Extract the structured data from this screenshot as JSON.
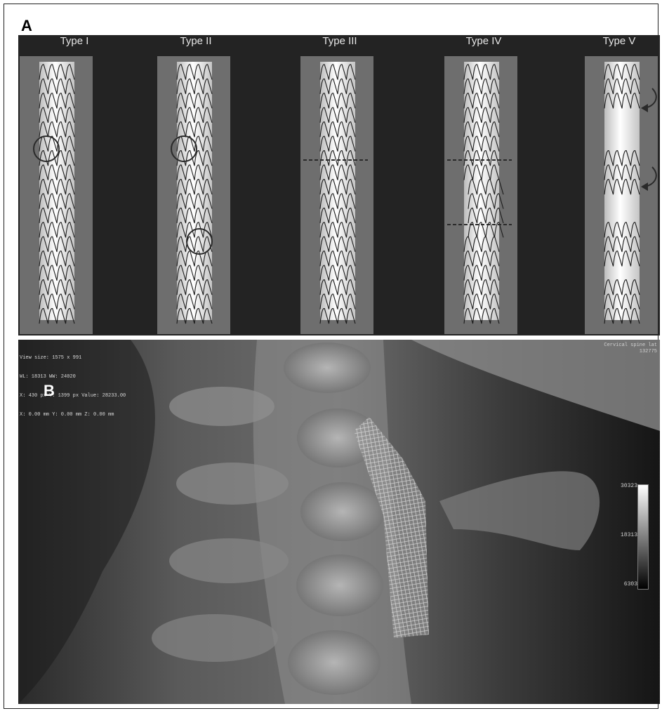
{
  "panels": {
    "a": {
      "letter": "A",
      "types": [
        {
          "label": "Type I"
        },
        {
          "label": "Type II"
        },
        {
          "label": "Type III"
        },
        {
          "label": "Type IV"
        },
        {
          "label": "Type V"
        }
      ]
    },
    "b": {
      "letter": "B",
      "overlay_lines": [
        "View size: 1575 x 991",
        "WL: 18313 WW: 24020",
        "X: 430 px Y: 1399 px Value: 28233.00",
        "X: 0.00 mm Y: 0.00 mm Z: 0.00 mm"
      ],
      "top_right_lines": [
        "Cervical spine lat",
        "132775"
      ],
      "scale_labels": {
        "top": "30323",
        "mid": "18313",
        "bottom": "6303"
      }
    }
  },
  "colors": {
    "panel_bg": "#232323",
    "box_bg": "#6e6e6e",
    "stent_wire": "#1a1a1a",
    "marker": "#2a2a2a"
  }
}
